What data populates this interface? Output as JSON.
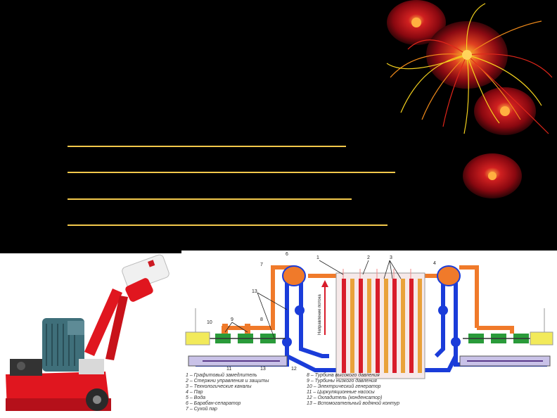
{
  "slide": {
    "blank_lines_count": 4
  },
  "decor": {
    "name": "fireworks-decoration",
    "colors": {
      "red": "#c0121a",
      "orange": "#f08a1a",
      "yellow": "#f5d21e",
      "dark": "#3a0508"
    }
  },
  "machine": {
    "name": "floor-grinder-machine",
    "colors": {
      "body": "#e0161f",
      "motor": "#3f6f7a",
      "handle_box": "#f0f0f0"
    }
  },
  "diagram": {
    "labels": {
      "n1": "1",
      "n2": "2",
      "n3": "3",
      "n4": "4",
      "n6": "6",
      "n7": "7",
      "n8": "8",
      "n9": "9",
      "n10": "10",
      "n11": "11",
      "n12": "12",
      "n13": "13"
    },
    "flow_text": "Направление потока",
    "colors": {
      "steam": "#f07a2a",
      "water": "#1a3cd9",
      "turbine": "#2a9b3a",
      "generator": "#f2ea5a",
      "core": "#d81c2a"
    },
    "legend_left": [
      "1 – Графитовый замедлитель",
      "2 – Стержни управления и защиты",
      "3 – Технологические каналы",
      "4 – Пар",
      "5 – Вода",
      "6 – Барабан-сепаратор",
      "7 – Сухой пар"
    ],
    "legend_right": [
      "8 – Турбина высокого давления",
      "9 – Турбины низкого давления",
      "10 – Электрический генератор",
      "11 – Циркуляционные насосы",
      "12 – Охладитель (конденсатор)",
      "13 – Вспомогательный водяной контур"
    ]
  }
}
